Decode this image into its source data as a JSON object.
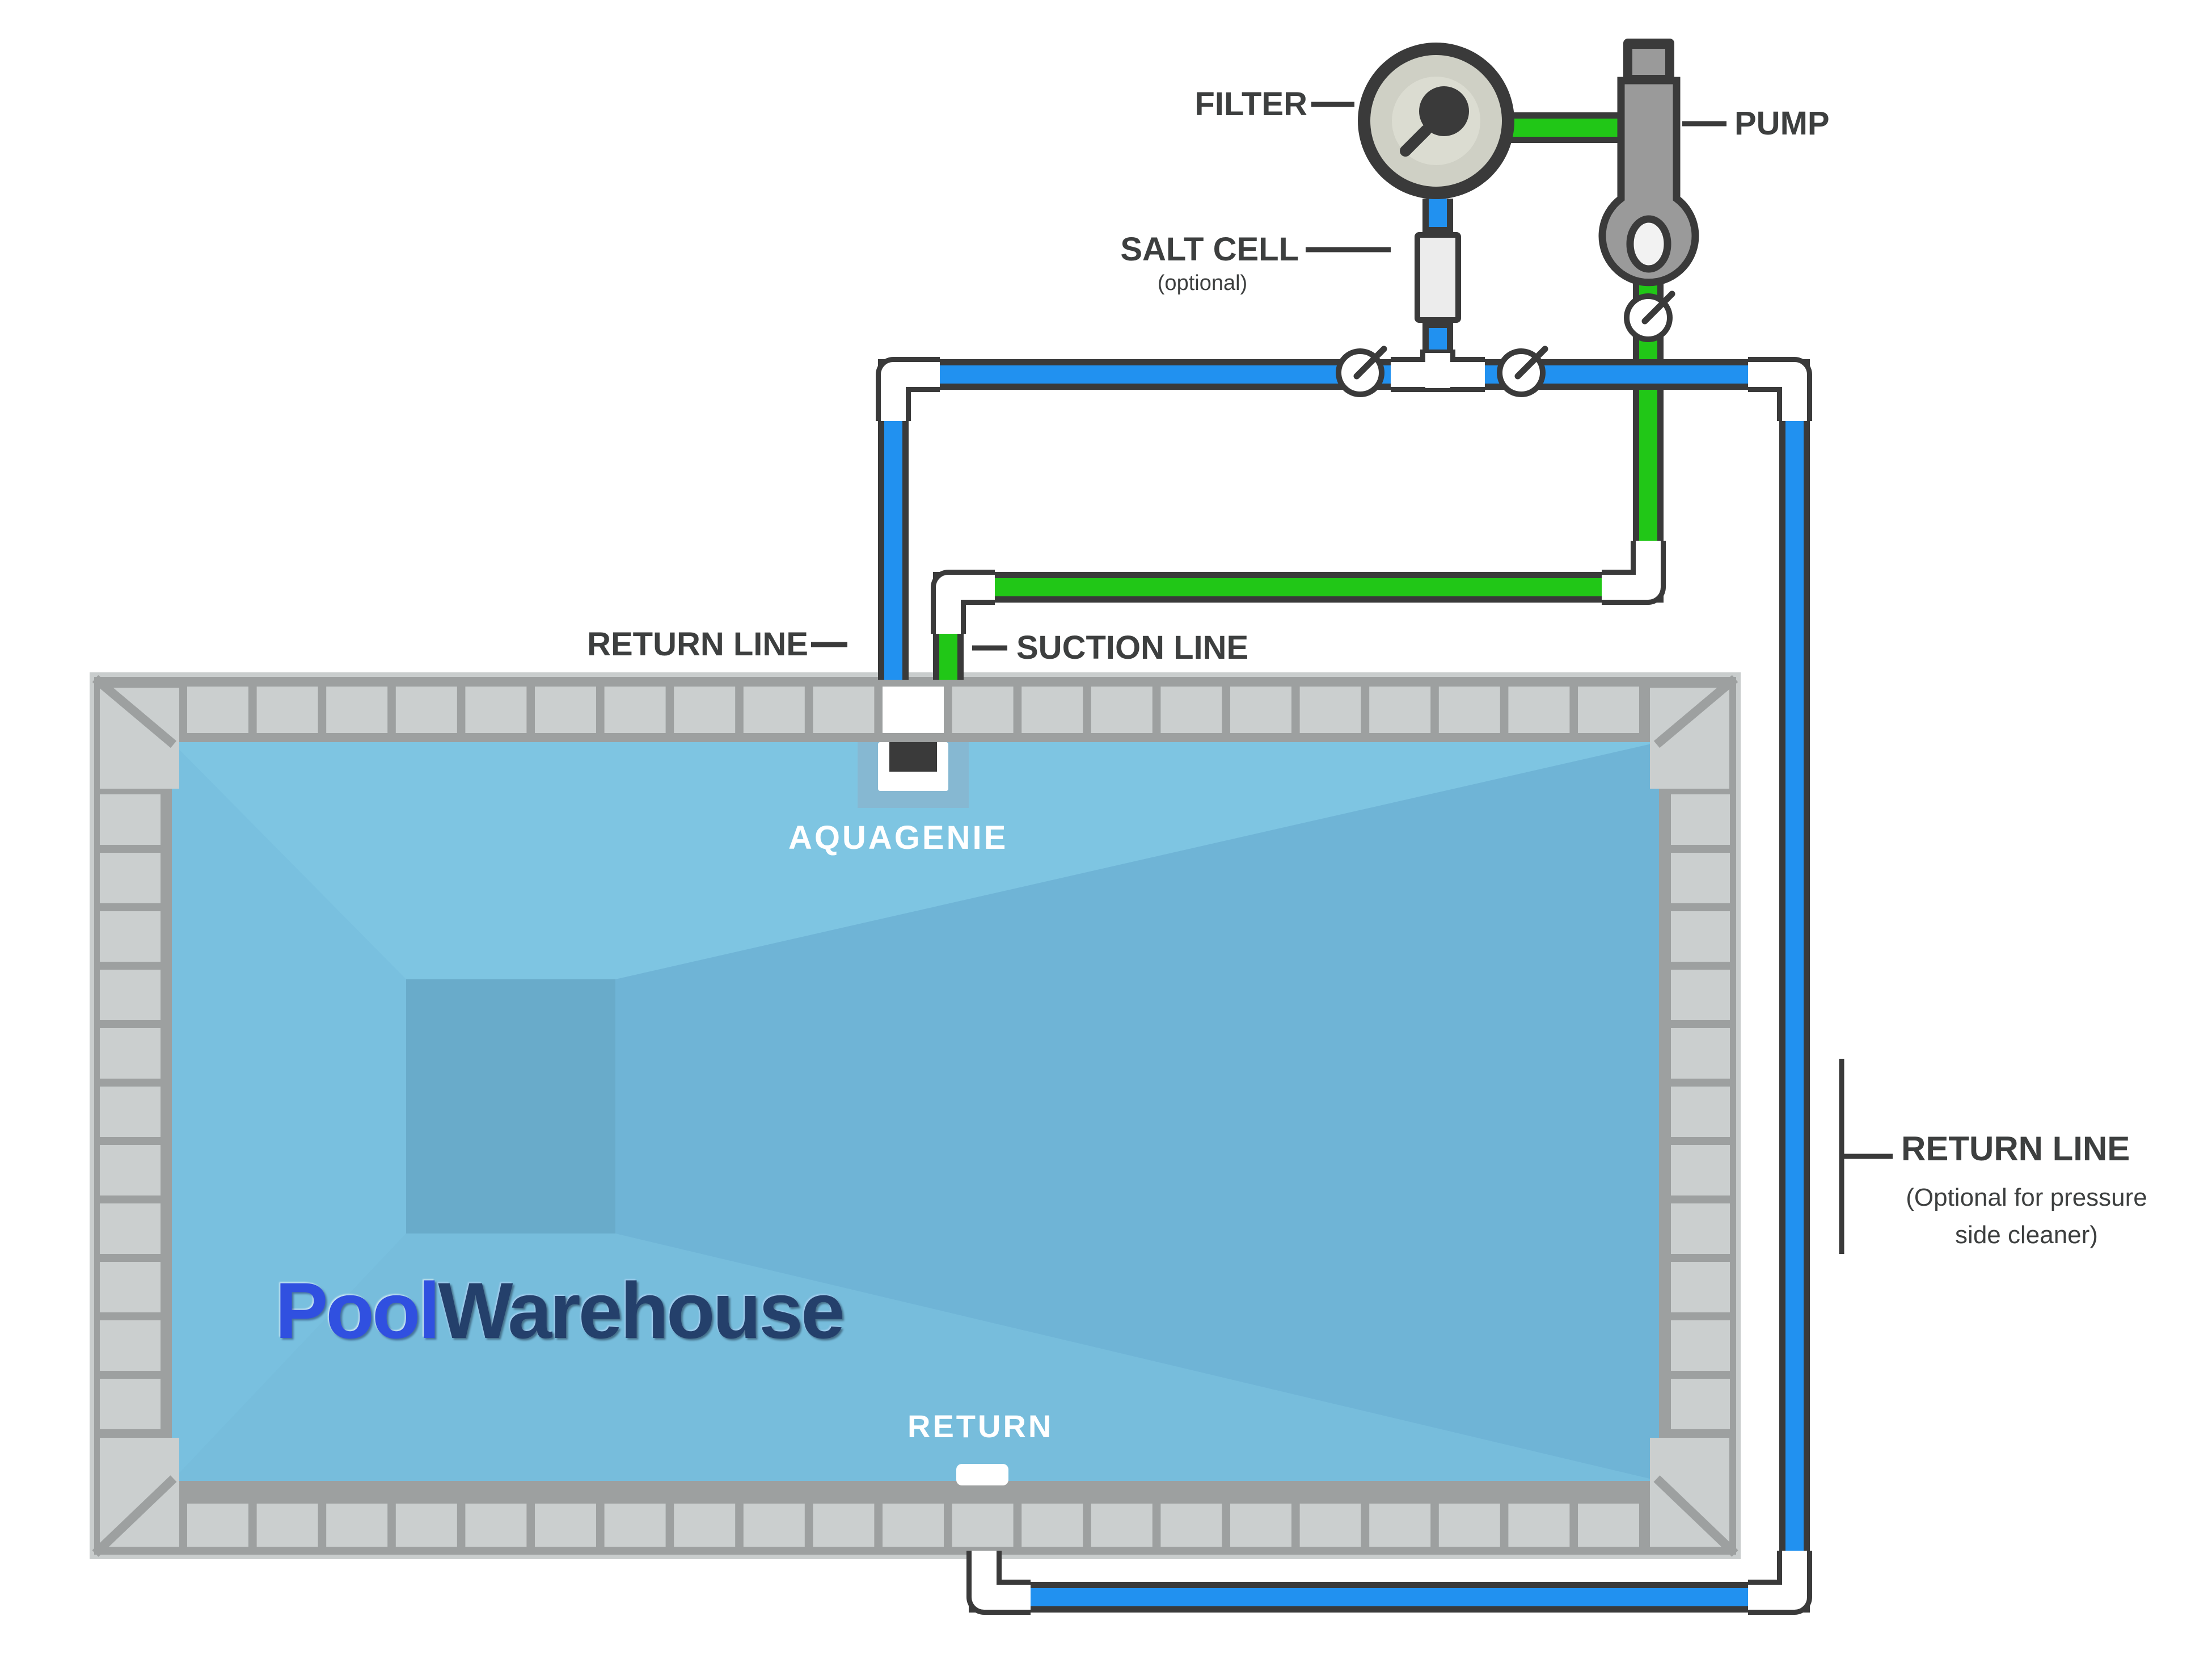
{
  "labels": {
    "filter": "FILTER",
    "pump": "PUMP",
    "salt_cell": "SALT CELL",
    "salt_cell_optional": "(optional)",
    "return_line_top": "RETURN LINE",
    "suction_line": "SUCTION LINE",
    "aquagenie": "AQUAGENIE",
    "return_jet": "RETURN",
    "return_line_right": "RETURN LINE",
    "return_line_right_optional_1": "(Optional for pressure",
    "return_line_right_optional_2": "side cleaner)"
  },
  "logo": {
    "pool": "Pool",
    "warehouse": "Warehouse"
  },
  "colors": {
    "outline": "#3a3a3a",
    "pipe_blue": "#2191f0",
    "pipe_green": "#21c717",
    "fitting_white": "#ffffff",
    "text_dark": "#3d3f3f",
    "label_white": "#ffffff",
    "grout": "#9da0a0",
    "tile": "#cbcfcf",
    "tile_highlight": "#c9cdcd",
    "water_base": "#74bcdd",
    "water_north": "#7ec5e2",
    "water_west": "#79c0df",
    "water_east": "#6fb4d6",
    "water_south": "#77bddc",
    "water_deep": "#69abca",
    "device_blue": "#86b8d2",
    "filter_body": "#cfd0c5",
    "filter_inner": "#dbdcd1",
    "pump_gray": "#9a9a9a",
    "salt_cell_body": "#ececec",
    "logo_blue": "#3050e0",
    "logo_navy": "#24406b"
  }
}
